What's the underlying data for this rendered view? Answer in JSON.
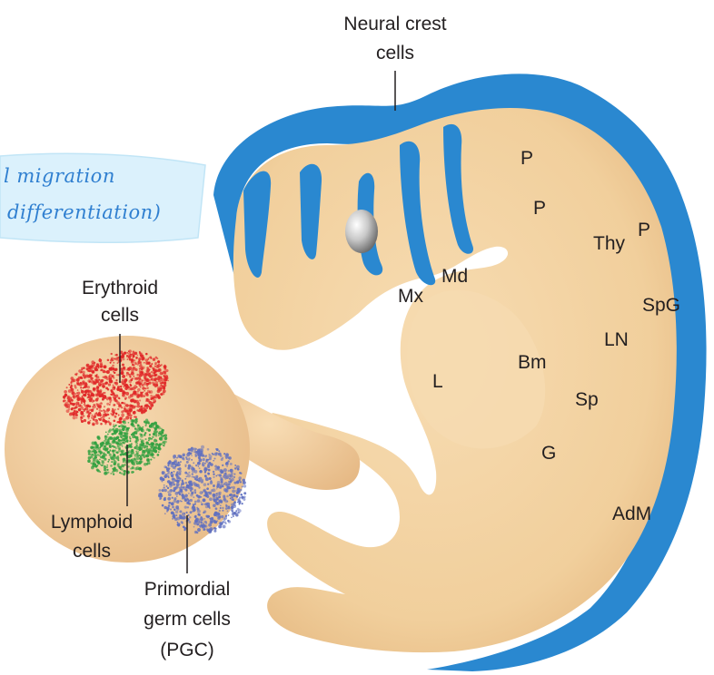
{
  "diagram": {
    "neural_crest_label": [
      "Neural crest",
      "cells"
    ],
    "erythroid_label": [
      "Erythroid",
      "cells"
    ],
    "lymphoid_label": [
      "Lymphoid",
      "cells"
    ],
    "pgc_label": [
      "Primordial",
      "germ cells",
      "(PGC)"
    ],
    "organ_labels": {
      "p1": "P",
      "p2": "P",
      "p3": "P",
      "thy": "Thy",
      "spg": "SpG",
      "ln": "LN",
      "mx": "Mx",
      "md": "Md",
      "l": "L",
      "bm": "Bm",
      "sp": "Sp",
      "g": "G",
      "adm": "AdM"
    },
    "handwritten_note": [
      "l migration",
      "differentiation)"
    ]
  },
  "colors": {
    "embryo_skin": "#f4d5a5",
    "embryo_shadow": "#d9a86c",
    "neural_crest_blue": "#2a88d0",
    "erythroid_red": "#e02828",
    "lymphoid_green": "#30a040",
    "pgc_blue": "#6070c0",
    "note_ink": "#2f7fd0",
    "note_highlight": "#8fd0f0"
  }
}
